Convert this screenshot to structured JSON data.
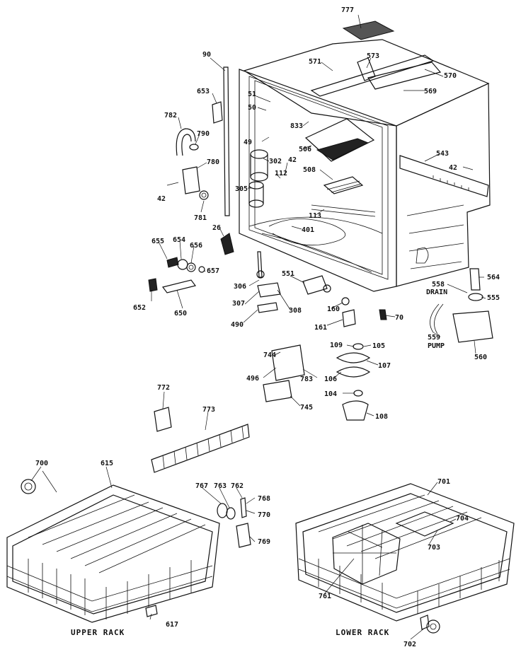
{
  "diagram": {
    "part_labels": [
      {
        "id": "777",
        "text": "777"
      },
      {
        "id": "90",
        "text": "90"
      },
      {
        "id": "571",
        "text": "571"
      },
      {
        "id": "573",
        "text": "573"
      },
      {
        "id": "570",
        "text": "570"
      },
      {
        "id": "569",
        "text": "569"
      },
      {
        "id": "653",
        "text": "653"
      },
      {
        "id": "51",
        "text": "51"
      },
      {
        "id": "50",
        "text": "50"
      },
      {
        "id": "782",
        "text": "782"
      },
      {
        "id": "790",
        "text": "790"
      },
      {
        "id": "833",
        "text": "833"
      },
      {
        "id": "49",
        "text": "49"
      },
      {
        "id": "506",
        "text": "506"
      },
      {
        "id": "302",
        "text": "302"
      },
      {
        "id": "42a",
        "text": "42"
      },
      {
        "id": "543",
        "text": "543"
      },
      {
        "id": "42b",
        "text": "42"
      },
      {
        "id": "780",
        "text": "780"
      },
      {
        "id": "112",
        "text": "112"
      },
      {
        "id": "508",
        "text": "508"
      },
      {
        "id": "42c",
        "text": "42"
      },
      {
        "id": "305",
        "text": "305"
      },
      {
        "id": "781",
        "text": "781"
      },
      {
        "id": "113",
        "text": "113"
      },
      {
        "id": "26",
        "text": "26"
      },
      {
        "id": "401",
        "text": "401"
      },
      {
        "id": "655",
        "text": "655"
      },
      {
        "id": "654",
        "text": "654"
      },
      {
        "id": "656",
        "text": "656"
      },
      {
        "id": "657",
        "text": "657"
      },
      {
        "id": "306a",
        "text": "306"
      },
      {
        "id": "551",
        "text": "551"
      },
      {
        "id": "564",
        "text": "564"
      },
      {
        "id": "558",
        "text": "558"
      },
      {
        "id": "555",
        "text": "555"
      },
      {
        "id": "652",
        "text": "652"
      },
      {
        "id": "650",
        "text": "650"
      },
      {
        "id": "307",
        "text": "307"
      },
      {
        "id": "308",
        "text": "308"
      },
      {
        "id": "160",
        "text": "160"
      },
      {
        "id": "70",
        "text": "70"
      },
      {
        "id": "490",
        "text": "490"
      },
      {
        "id": "161",
        "text": "161"
      },
      {
        "id": "559",
        "text": "559"
      },
      {
        "id": "560",
        "text": "560"
      },
      {
        "id": "109",
        "text": "109"
      },
      {
        "id": "105",
        "text": "105"
      },
      {
        "id": "744",
        "text": "744"
      },
      {
        "id": "107",
        "text": "107"
      },
      {
        "id": "496",
        "text": "496"
      },
      {
        "id": "783",
        "text": "783"
      },
      {
        "id": "106",
        "text": "106"
      },
      {
        "id": "104",
        "text": "104"
      },
      {
        "id": "745",
        "text": "745"
      },
      {
        "id": "108",
        "text": "108"
      },
      {
        "id": "772",
        "text": "772"
      },
      {
        "id": "773",
        "text": "773"
      },
      {
        "id": "700",
        "text": "700"
      },
      {
        "id": "615",
        "text": "615"
      },
      {
        "id": "767",
        "text": "767"
      },
      {
        "id": "763",
        "text": "763"
      },
      {
        "id": "762",
        "text": "762"
      },
      {
        "id": "768",
        "text": "768"
      },
      {
        "id": "770",
        "text": "770"
      },
      {
        "id": "701",
        "text": "701"
      },
      {
        "id": "704",
        "text": "704"
      },
      {
        "id": "703",
        "text": "703"
      },
      {
        "id": "769",
        "text": "769"
      },
      {
        "id": "761",
        "text": "761"
      },
      {
        "id": "617",
        "text": "617"
      },
      {
        "id": "702",
        "text": "702"
      }
    ],
    "text_notes": {
      "drain": "DRAIN",
      "pump": "PUMP"
    },
    "captions": {
      "upper_rack": "UPPER RACK",
      "lower_rack": "LOWER RACK"
    }
  }
}
